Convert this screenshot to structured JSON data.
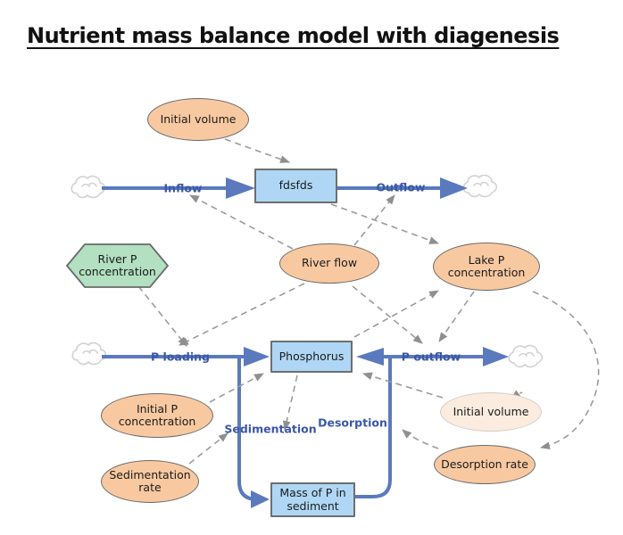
{
  "title": "Nutrient mass balance model with diagenesis",
  "stocks": {
    "fdsfds": {
      "label": "fdsfds"
    },
    "phosphorus": {
      "label": "Phosphorus"
    },
    "sediment": {
      "label": "Mass of P in\nsediment"
    }
  },
  "converters": {
    "initial_volume": {
      "label": "Initial volume",
      "shape": "ellipse"
    },
    "river_p_concentration": {
      "label": "River P\nconcentration",
      "shape": "hexagon"
    },
    "river_flow": {
      "label": "River flow",
      "shape": "ellipse"
    },
    "lake_p_concentration": {
      "label": "Lake P\nconcentration",
      "shape": "ellipse"
    },
    "initial_p_concentration": {
      "label": "Initial P\nconcentration",
      "shape": "ellipse"
    },
    "initial_volume_ghost": {
      "label": "Initial volume",
      "shape": "ellipse-ghost"
    },
    "sedimentation_rate": {
      "label": "Sedimentation\nrate",
      "shape": "ellipse"
    },
    "desorption_rate": {
      "label": "Desorption rate",
      "shape": "ellipse"
    }
  },
  "flows": {
    "inflow": {
      "label": "Inflow",
      "from": "source-cloud",
      "to": "fdsfds"
    },
    "outflow": {
      "label": "Outflow",
      "from": "fdsfds",
      "to": "sink-cloud"
    },
    "p_loading": {
      "label": "P loading",
      "from": "source-cloud",
      "to": "Phosphorus"
    },
    "p_outflow": {
      "label": "P outflow",
      "from": "Phosphorus",
      "to": "sink-cloud"
    },
    "sedimentation": {
      "label": "Sedimentation",
      "from": "Phosphorus",
      "to": "Mass of P in sediment"
    },
    "desorption": {
      "label": "Desorption",
      "from": "Mass of P in sediment",
      "to": "Phosphorus"
    }
  },
  "connectors": [
    {
      "from": "Initial volume",
      "to": "fdsfds"
    },
    {
      "from": "River flow",
      "to": "Inflow"
    },
    {
      "from": "River flow",
      "to": "Outflow"
    },
    {
      "from": "fdsfds",
      "to": "Lake P concentration"
    },
    {
      "from": "Phosphorus",
      "to": "Lake P concentration"
    },
    {
      "from": "River P concentration",
      "to": "P loading"
    },
    {
      "from": "River flow",
      "to": "P loading"
    },
    {
      "from": "River flow",
      "to": "P outflow"
    },
    {
      "from": "Lake P concentration",
      "to": "P outflow"
    },
    {
      "from": "Lake P concentration",
      "to": "Desorption rate"
    },
    {
      "from": "Initial P concentration",
      "to": "Phosphorus"
    },
    {
      "from": "Phosphorus",
      "to": "Sedimentation"
    },
    {
      "from": "Sedimentation rate",
      "to": "Sedimentation"
    },
    {
      "from": "Desorption rate",
      "to": "Desorption"
    },
    {
      "from": "Initial volume (ghost)",
      "to": "Phosphorus"
    }
  ],
  "colors": {
    "stock_fill": "#afd7f5",
    "stock_border": "#6e6e6e",
    "converter_fill": "#f8c9a1",
    "ghost_fill": "#fcece0",
    "hexagon_fill": "#b2e0c1",
    "flow_blue": "#5a7abd",
    "flow_label_blue": "#3a57a5",
    "connector_gray": "#9b9b9b",
    "cloud_gray": "#d2d2d2"
  }
}
